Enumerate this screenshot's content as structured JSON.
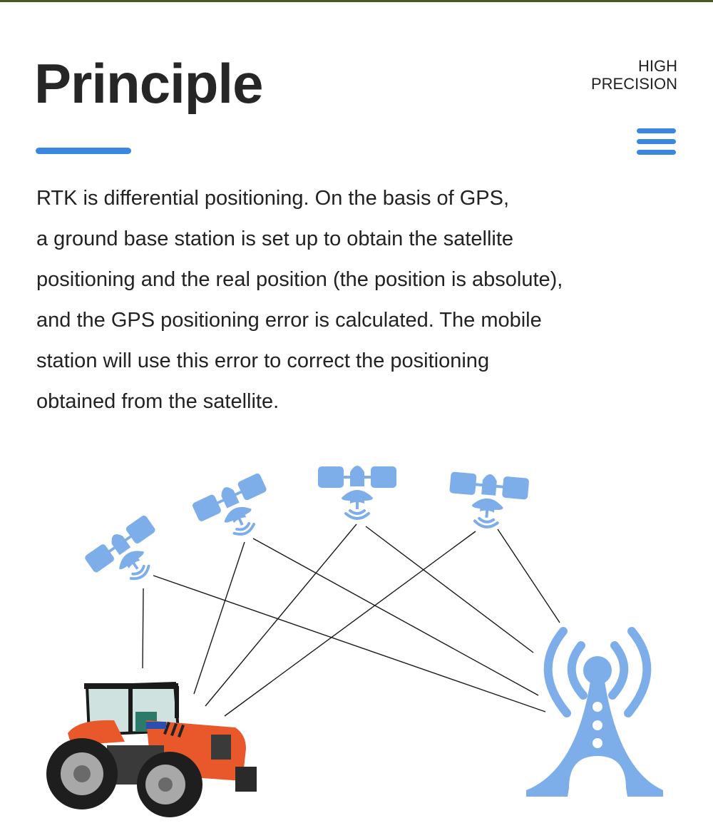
{
  "header": {
    "title": "Principle",
    "tagline_lines": [
      "HIGH",
      "PRECISION"
    ],
    "menu_icon": "hamburger-menu-icon"
  },
  "body": {
    "lines": [
      "RTK is differential positioning. On the basis of GPS,",
      "a ground base station is set up to obtain the satellite",
      "positioning and the real position (the position is absolute),",
      "and the GPS positioning error is calculated. The mobile",
      "station will use this error to correct the positioning",
      "obtained from the satellite."
    ]
  },
  "diagram": {
    "satellites": [
      "satellite-icon",
      "satellite-icon",
      "satellite-icon",
      "satellite-icon"
    ],
    "base_station": "radio-tower-icon",
    "mobile_station": "tractor-image"
  },
  "colors": {
    "accent": "#3a86e0",
    "icon_blue": "#7eaeea",
    "text": "#222222",
    "tractor_orange": "#e8582a"
  }
}
